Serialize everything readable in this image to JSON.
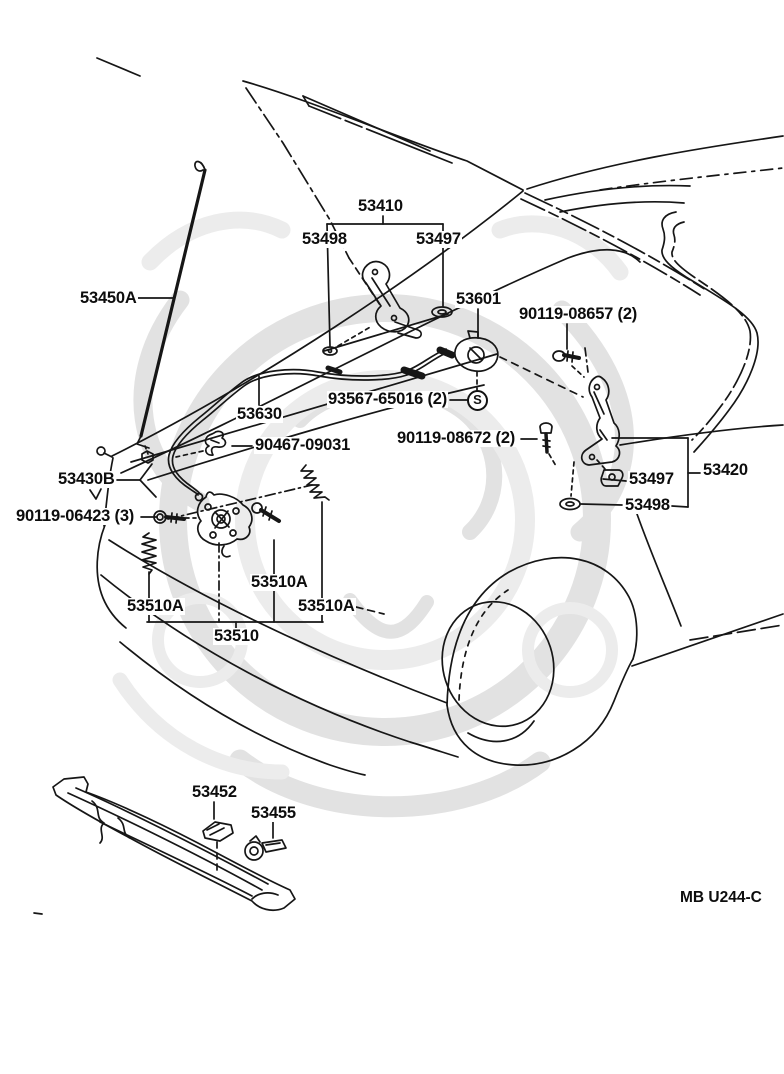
{
  "meta": {
    "footer_code": "MB U244-C",
    "diagram_kind": "hood-and-lock-parts-diagram"
  },
  "watermark": {
    "primary": "#e2e2e2",
    "secondary": "#ececec"
  },
  "symbols": {
    "s_mark": "S"
  },
  "labels": [
    {
      "id": "53410",
      "text": "53410"
    },
    {
      "id": "53498-top",
      "text": "53498"
    },
    {
      "id": "53497-top",
      "text": "53497"
    },
    {
      "id": "53450A",
      "text": "53450A"
    },
    {
      "id": "53601",
      "text": "53601"
    },
    {
      "id": "90119-08657",
      "text": "90119-08657 (2)"
    },
    {
      "id": "93567-65016",
      "text": "93567-65016 (2)"
    },
    {
      "id": "53630",
      "text": "53630"
    },
    {
      "id": "90467-09031",
      "text": "90467-09031"
    },
    {
      "id": "90119-08672",
      "text": "90119-08672 (2)"
    },
    {
      "id": "53430B",
      "text": "53430B"
    },
    {
      "id": "90119-06423",
      "text": "90119-06423 (3)"
    },
    {
      "id": "53497-right",
      "text": "53497"
    },
    {
      "id": "53498-right",
      "text": "53498"
    },
    {
      "id": "53420",
      "text": "53420"
    },
    {
      "id": "53510A-left",
      "text": "53510A"
    },
    {
      "id": "53510A-mid",
      "text": "53510A"
    },
    {
      "id": "53510A-right",
      "text": "53510A"
    },
    {
      "id": "53510",
      "text": "53510"
    },
    {
      "id": "53452",
      "text": "53452"
    },
    {
      "id": "53455",
      "text": "53455"
    }
  ]
}
